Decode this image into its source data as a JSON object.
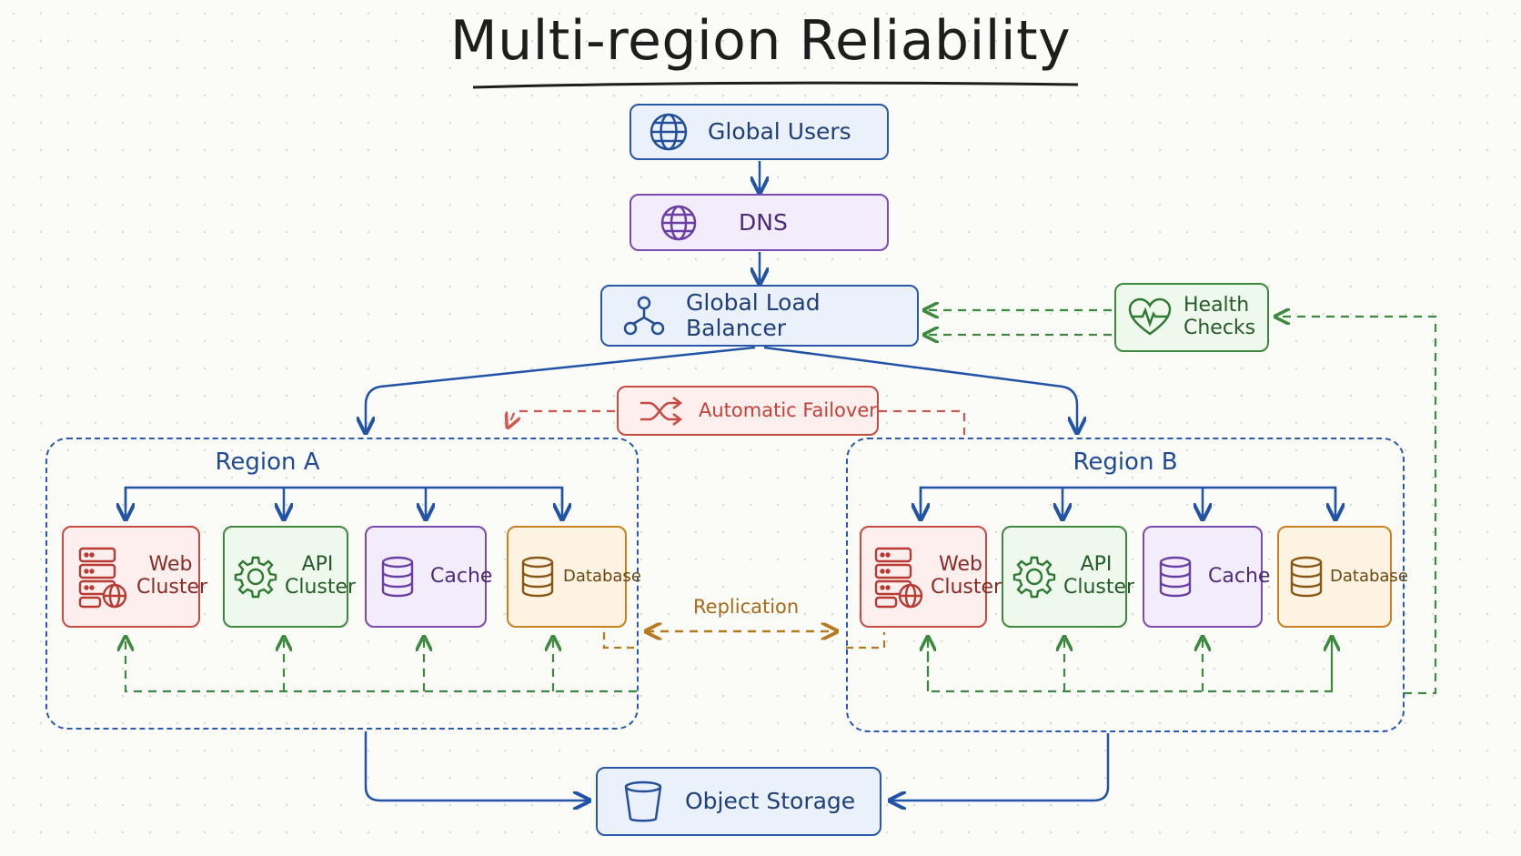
{
  "title": "Multi-region Reliability",
  "nodes": {
    "global_users": "Global Users",
    "dns": "DNS",
    "global_lb": "Global Load Balancer",
    "health_checks": "Health Checks",
    "failover": "Automatic Failover",
    "object_storage": "Object Storage"
  },
  "regions": [
    {
      "name": "Region A",
      "components": [
        "Web Cluster",
        "API Cluster",
        "Cache",
        "Database"
      ]
    },
    {
      "name": "Region B",
      "components": [
        "Web Cluster",
        "API Cluster",
        "Cache",
        "Database"
      ]
    }
  ],
  "edges": {
    "replication": "Replication"
  },
  "colors": {
    "blue": "#2958a8",
    "purple": "#7b4bb0",
    "red": "#c94a43",
    "green": "#3b8a3e",
    "orange": "#c9821f",
    "failover_red": "#d0574f",
    "replication_orange": "#b9791e"
  },
  "icons": {
    "global_users": "globe-icon",
    "dns": "dns-globe-icon",
    "global_lb": "network-share-icon",
    "health_checks": "heartbeat-icon",
    "failover": "shuffle-icon",
    "object_storage": "bucket-icon",
    "web": "server-globe-icon",
    "api": "gear-icon",
    "cache": "database-stack-icon",
    "database": "database-stack-icon"
  }
}
